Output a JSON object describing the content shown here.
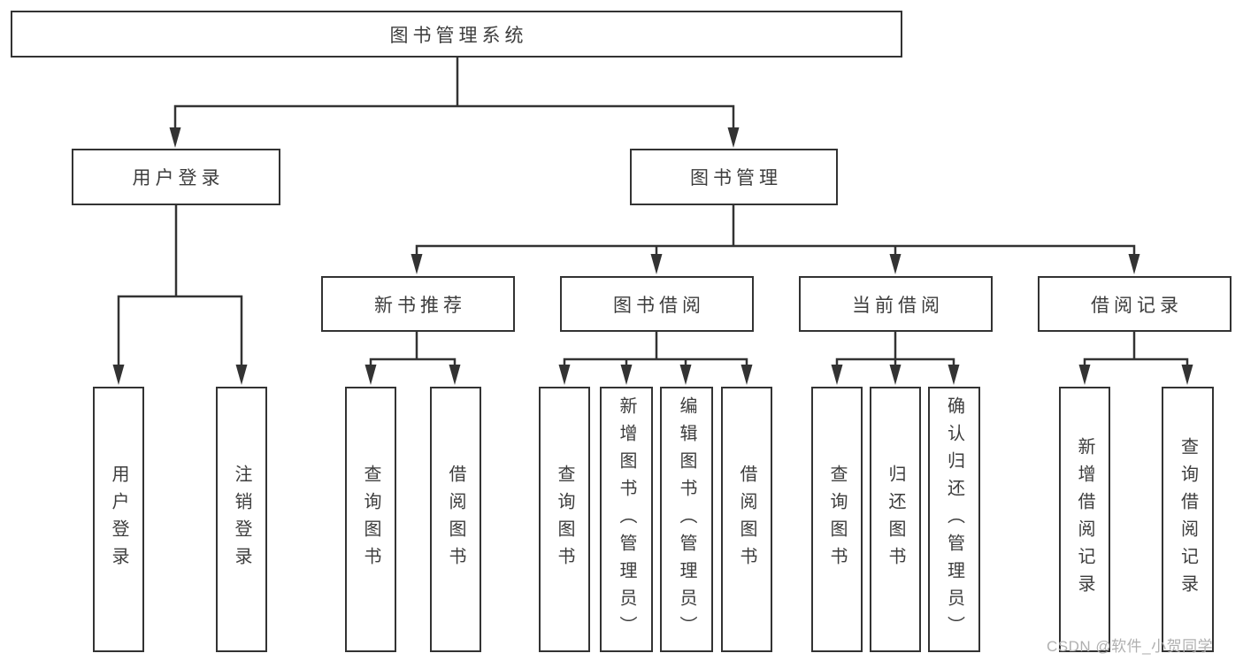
{
  "diagram_title": "图书管理系统",
  "tree": {
    "label": "图书管理系统",
    "children": [
      {
        "label": "用户登录",
        "children": [
          {
            "label": "用户登录"
          },
          {
            "label": "注销登录"
          }
        ]
      },
      {
        "label": "图书管理",
        "children": [
          {
            "label": "新书推荐",
            "children": [
              {
                "label": "查询图书"
              },
              {
                "label": "借阅图书"
              }
            ]
          },
          {
            "label": "图书借阅",
            "children": [
              {
                "label": "查询图书"
              },
              {
                "label": "新增图书（管理员）"
              },
              {
                "label": "编辑图书（管理员）"
              },
              {
                "label": "借阅图书"
              }
            ]
          },
          {
            "label": "当前借阅",
            "children": [
              {
                "label": "查询图书"
              },
              {
                "label": "归还图书"
              },
              {
                "label": "确认归还（管理员）"
              }
            ]
          },
          {
            "label": "借阅记录",
            "children": [
              {
                "label": "新增借阅记录"
              },
              {
                "label": "查询借阅记录"
              }
            ]
          }
        ]
      }
    ]
  },
  "watermark": "CSDN @软件_小贺同学",
  "colors": {
    "line": "#333333",
    "box_background": "#ffffff",
    "text": "#3d3d3d",
    "watermark": "#b0b0b0"
  }
}
